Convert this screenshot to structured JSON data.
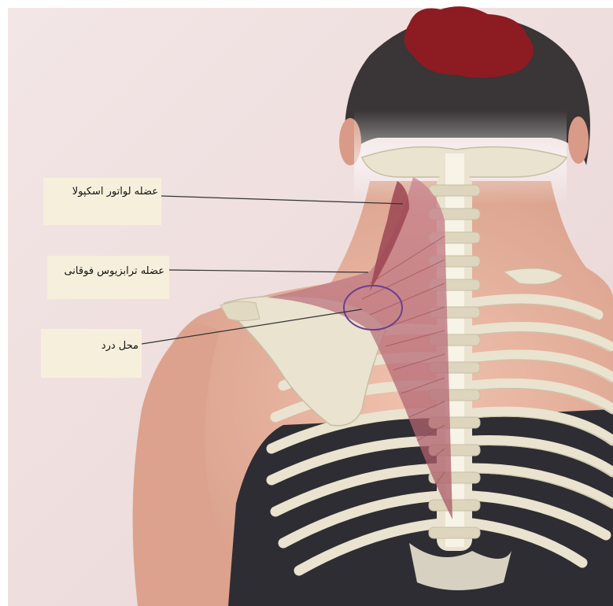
{
  "labels": {
    "levator_scapulae": "عضله لواتور اسکپولا",
    "upper_trapezius": "عضله ترابزیوس فوقانی",
    "pain_site": "محل درد"
  },
  "colors": {
    "label_background": "#f6efdc",
    "bone": "#e9e3cf",
    "muscle": "#b76a78",
    "pain_circle": "#6b3f8f",
    "hair": "#3a3536",
    "scrunchie": "#8c1c22",
    "skin": "#e8b7a3",
    "wall": "#f0dfe0",
    "shirt": "#2e2d33"
  }
}
